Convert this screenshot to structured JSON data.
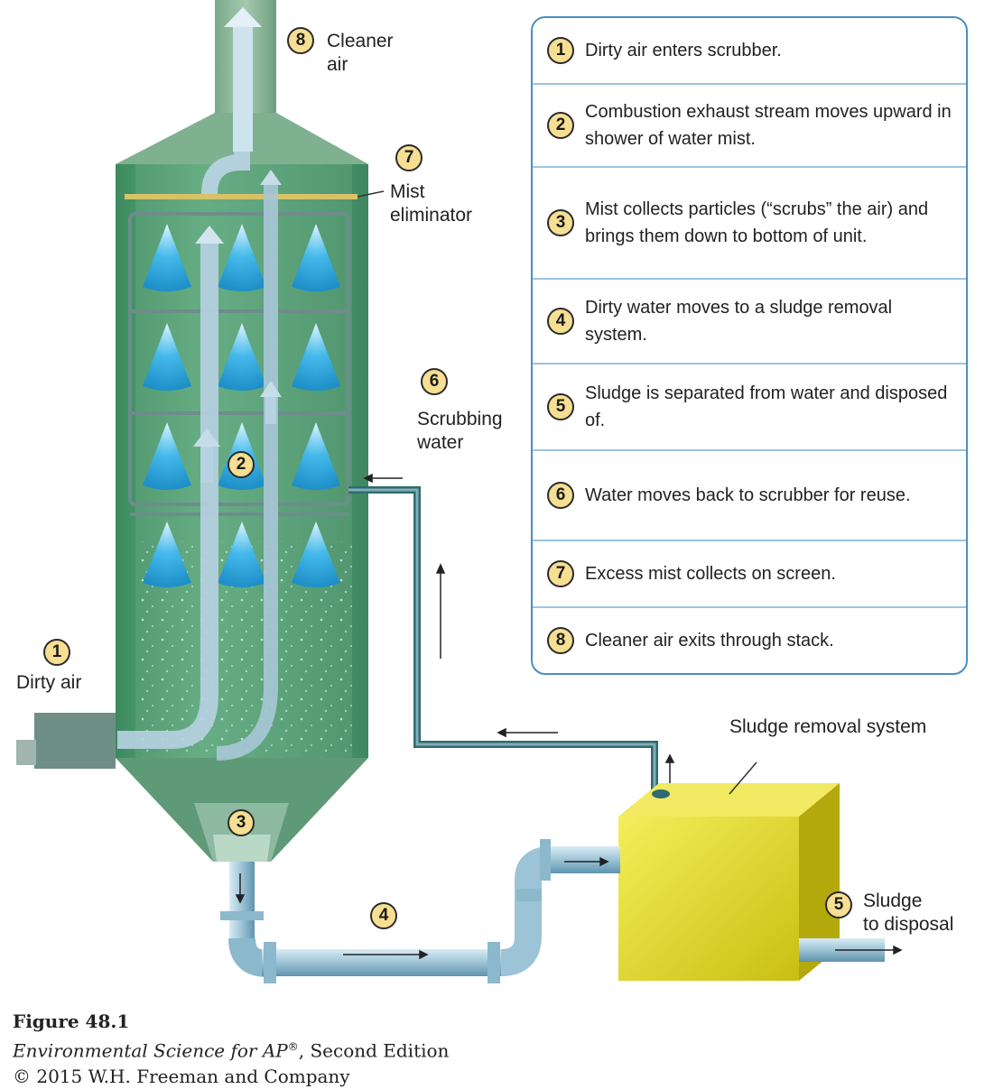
{
  "labels": {
    "cleaner_air_number": "8",
    "cleaner_air_line1": "Cleaner",
    "cleaner_air_line2": "air",
    "mist_eliminator_number": "7",
    "mist_eliminator_line1": "Mist",
    "mist_eliminator_line2": "eliminator",
    "scrubbing_water_number": "6",
    "scrubbing_water_line1": "Scrubbing",
    "scrubbing_water_line2": "water",
    "dirty_air_number": "1",
    "dirty_air": "Dirty air",
    "shower_number": "2",
    "collection_number": "3",
    "dirty_water_number": "4",
    "sludge_removal_system": "Sludge removal system",
    "sludge_disposal_number": "5",
    "sludge_disposal_line1": "Sludge",
    "sludge_disposal_line2": "to disposal"
  },
  "steps": [
    {
      "number": "1",
      "text": "Dirty air enters scrubber."
    },
    {
      "number": "2",
      "text": "Combustion exhaust stream moves upward in shower of water mist."
    },
    {
      "number": "3",
      "text": "Mist collects particles (“scrubs” the air) and brings them down to bottom of unit."
    },
    {
      "number": "4",
      "text": "Dirty water moves to a sludge removal system."
    },
    {
      "number": "5",
      "text": "Sludge is separated from water and disposed of."
    },
    {
      "number": "6",
      "text": "Water moves back to scrubber for reuse."
    },
    {
      "number": "7",
      "text": "Excess mist collects on screen."
    },
    {
      "number": "8",
      "text": "Cleaner air exits through stack."
    }
  ],
  "caption": {
    "figure": "Figure 48.1",
    "book_title": "Environmental Science for AP",
    "registered": "®",
    "edition": ", Second Edition",
    "copyright": "© 2015 W.H. Freeman and Company"
  },
  "colors": {
    "tower": "#4f9a70",
    "tower_dark": "#2f6e4c",
    "stack": "#8ab598",
    "spray": "#3fb6e8",
    "air_arrow": "#b8d4e4",
    "pipe": "#2f6a70",
    "pipe_light": "#a8cad8",
    "sludge_box": "#e6df2c",
    "badge": "#f6df93",
    "panel_border": "#4a8fc0"
  }
}
